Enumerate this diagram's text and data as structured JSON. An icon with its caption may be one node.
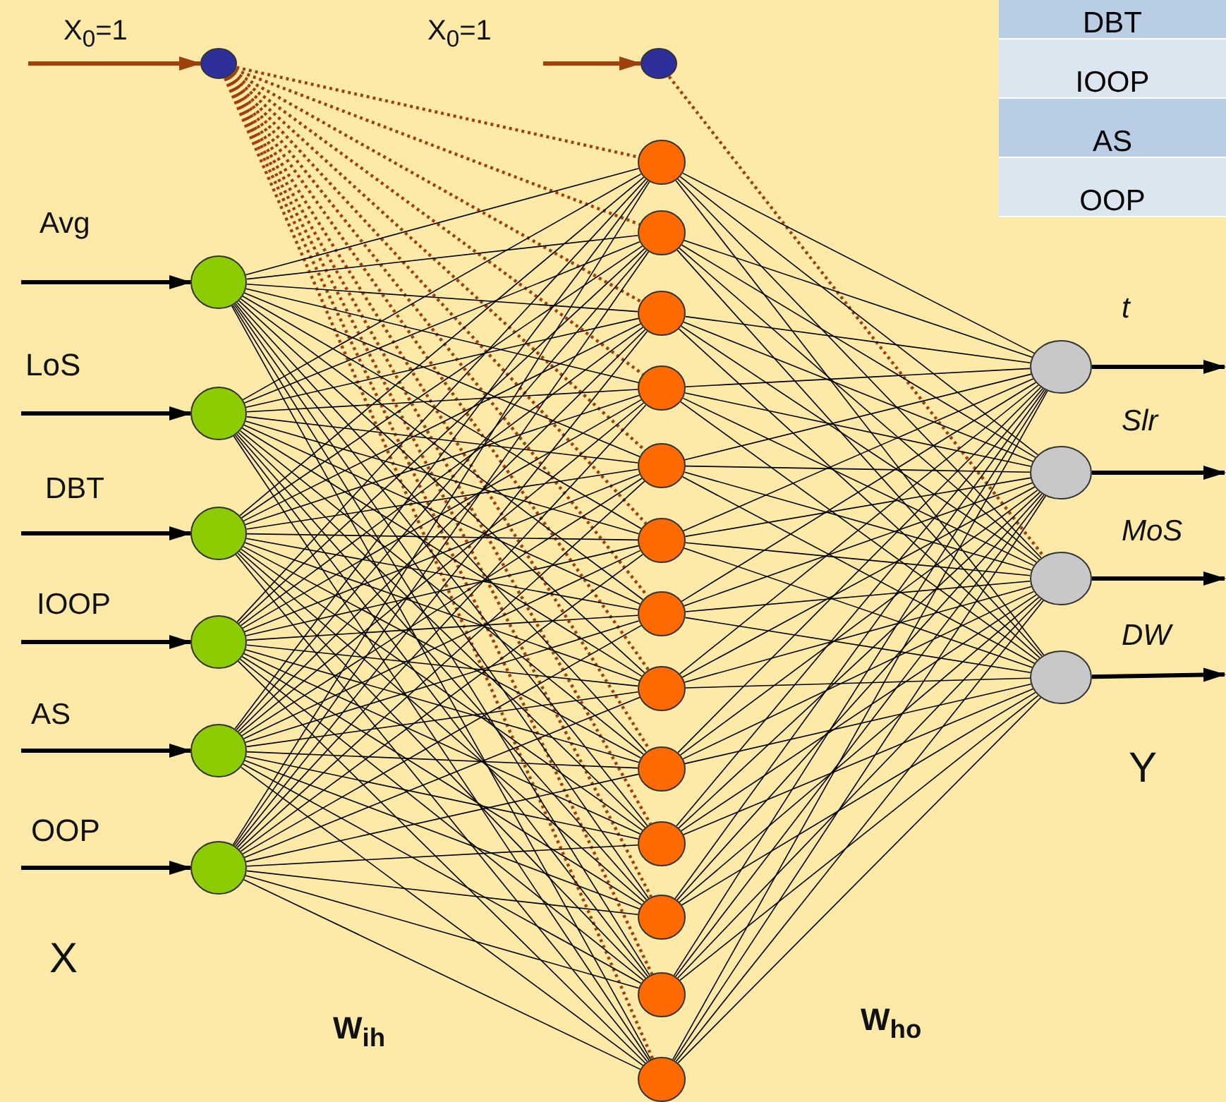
{
  "diagram": {
    "nodes": [
      {
        "text": [],
        "shape": "circle"
      },
      {
        "text": [],
        "shape": "circle",
        "beside": [
          "Avg"
        ]
      },
      {
        "text": [],
        "shape": "circle",
        "beside": [
          "LoS"
        ]
      },
      {
        "text": [],
        "shape": "circle",
        "beside": [
          "DBT"
        ]
      },
      {
        "text": [],
        "shape": "circle",
        "beside": [
          "IOOP"
        ]
      },
      {
        "text": [],
        "shape": "circle"
      },
      {
        "text": [],
        "shape": "circle",
        "beside": [
          "OOP"
        ]
      },
      {
        "text": [],
        "shape": "circle"
      },
      {
        "text": [],
        "shape": "circle"
      },
      {
        "text": [],
        "shape": "circle"
      },
      {
        "text": [],
        "shape": "circle"
      },
      {
        "text": [],
        "shape": "circle"
      },
      {
        "text": [],
        "shape": "circle"
      },
      {
        "text": [],
        "shape": "circle"
      },
      {
        "text": [],
        "shape": "circle"
      },
      {
        "text": [],
        "shape": "circle"
      },
      {
        "text": [],
        "shape": "circle"
      },
      {
        "text": [],
        "shape": "circle"
      },
      {
        "text": [],
        "shape": "circle"
      },
      {
        "text": [],
        "shape": "circle"
      },
      {
        "text": [],
        "shape": "circle"
      },
      {
        "text": [],
        "shape": "circle",
        "beside": [
          "t"
        ]
      },
      {
        "text": [],
        "shape": "circle",
        "beside": [
          "Slr"
        ]
      },
      {
        "text": [],
        "shape": "circle",
        "beside": [
          "MoS"
        ]
      },
      {
        "text": [],
        "shape": "circle",
        "beside": [
          "DW"
        ]
      }
    ],
    "edges": [
      {
        "from": null,
        "to": 0,
        "arrow": "to",
        "style": "thick",
        "color": "#a0400a"
      },
      {
        "from": null,
        "to": 7,
        "arrow": "to",
        "style": "thick",
        "color": "#a0400a"
      },
      {
        "from": null,
        "to": 1,
        "arrow": "to",
        "style": "thick"
      },
      {
        "from": null,
        "to": 2,
        "arrow": "to",
        "style": "thick"
      },
      {
        "from": null,
        "to": 3,
        "arrow": "to",
        "style": "thick"
      },
      {
        "from": null,
        "to": 4,
        "arrow": "to",
        "style": "thick"
      },
      {
        "from": null,
        "to": 5,
        "arrow": "to",
        "style": "thick"
      },
      {
        "from": null,
        "to": 6,
        "arrow": "to",
        "style": "thick"
      },
      {
        "from": 0,
        "to": 8,
        "arrow": "none",
        "style": "dashed",
        "color": "#a0400a"
      },
      {
        "from": 0,
        "to": 9,
        "arrow": "none",
        "style": "dashed",
        "color": "#a0400a"
      },
      {
        "from": 0,
        "to": 10,
        "arrow": "none",
        "style": "dashed",
        "color": "#a0400a"
      },
      {
        "from": 0,
        "to": 11,
        "arrow": "none",
        "style": "dashed",
        "color": "#a0400a"
      },
      {
        "from": 0,
        "to": 12,
        "arrow": "none",
        "style": "dashed",
        "color": "#a0400a"
      },
      {
        "from": 0,
        "to": 13,
        "arrow": "none",
        "style": "dashed",
        "color": "#a0400a"
      },
      {
        "from": 0,
        "to": 14,
        "arrow": "none",
        "style": "dashed",
        "color": "#a0400a"
      },
      {
        "from": 0,
        "to": 15,
        "arrow": "none",
        "style": "dashed",
        "color": "#a0400a"
      },
      {
        "from": 0,
        "to": 16,
        "arrow": "none",
        "style": "dashed",
        "color": "#a0400a"
      },
      {
        "from": 0,
        "to": 17,
        "arrow": "none",
        "style": "dashed",
        "color": "#a0400a"
      },
      {
        "from": 0,
        "to": 18,
        "arrow": "none",
        "style": "dashed",
        "color": "#a0400a"
      },
      {
        "from": 0,
        "to": 19,
        "arrow": "none",
        "style": "dashed",
        "color": "#a0400a"
      },
      {
        "from": 0,
        "to": 20,
        "arrow": "none",
        "style": "dashed",
        "color": "#a0400a"
      },
      {
        "from": 1,
        "to": 8,
        "arrow": "none"
      },
      {
        "from": 1,
        "to": 9,
        "arrow": "none"
      },
      {
        "from": 1,
        "to": 10,
        "arrow": "none"
      },
      {
        "from": 1,
        "to": 11,
        "arrow": "none"
      },
      {
        "from": 1,
        "to": 12,
        "arrow": "none"
      },
      {
        "from": 1,
        "to": 13,
        "arrow": "none"
      },
      {
        "from": 1,
        "to": 14,
        "arrow": "none"
      },
      {
        "from": 1,
        "to": 15,
        "arrow": "none"
      },
      {
        "from": 1,
        "to": 16,
        "arrow": "none"
      },
      {
        "from": 1,
        "to": 17,
        "arrow": "none"
      },
      {
        "from": 1,
        "to": 18,
        "arrow": "none"
      },
      {
        "from": 1,
        "to": 19,
        "arrow": "none"
      },
      {
        "from": 1,
        "to": 20,
        "arrow": "none"
      },
      {
        "from": 2,
        "to": 8,
        "arrow": "none"
      },
      {
        "from": 2,
        "to": 9,
        "arrow": "none"
      },
      {
        "from": 2,
        "to": 10,
        "arrow": "none"
      },
      {
        "from": 2,
        "to": 11,
        "arrow": "none"
      },
      {
        "from": 2,
        "to": 12,
        "arrow": "none"
      },
      {
        "from": 2,
        "to": 13,
        "arrow": "none"
      },
      {
        "from": 2,
        "to": 14,
        "arrow": "none"
      },
      {
        "from": 2,
        "to": 15,
        "arrow": "none"
      },
      {
        "from": 2,
        "to": 16,
        "arrow": "none"
      },
      {
        "from": 2,
        "to": 17,
        "arrow": "none"
      },
      {
        "from": 2,
        "to": 18,
        "arrow": "none"
      },
      {
        "from": 2,
        "to": 19,
        "arrow": "none"
      },
      {
        "from": 2,
        "to": 20,
        "arrow": "none"
      },
      {
        "from": 3,
        "to": 8,
        "arrow": "none"
      },
      {
        "from": 3,
        "to": 9,
        "arrow": "none"
      },
      {
        "from": 3,
        "to": 10,
        "arrow": "none"
      },
      {
        "from": 3,
        "to": 11,
        "arrow": "none"
      },
      {
        "from": 3,
        "to": 12,
        "arrow": "none"
      },
      {
        "from": 3,
        "to": 13,
        "arrow": "none"
      },
      {
        "from": 3,
        "to": 14,
        "arrow": "none"
      },
      {
        "from": 3,
        "to": 15,
        "arrow": "none"
      },
      {
        "from": 3,
        "to": 16,
        "arrow": "none"
      },
      {
        "from": 3,
        "to": 17,
        "arrow": "none"
      },
      {
        "from": 3,
        "to": 18,
        "arrow": "none"
      },
      {
        "from": 3,
        "to": 19,
        "arrow": "none"
      },
      {
        "from": 3,
        "to": 20,
        "arrow": "none"
      },
      {
        "from": 4,
        "to": 8,
        "arrow": "none"
      },
      {
        "from": 4,
        "to": 9,
        "arrow": "none"
      },
      {
        "from": 4,
        "to": 10,
        "arrow": "none"
      },
      {
        "from": 4,
        "to": 11,
        "arrow": "none"
      },
      {
        "from": 4,
        "to": 12,
        "arrow": "none"
      },
      {
        "from": 4,
        "to": 13,
        "arrow": "none"
      },
      {
        "from": 4,
        "to": 14,
        "arrow": "none"
      },
      {
        "from": 4,
        "to": 15,
        "arrow": "none"
      },
      {
        "from": 4,
        "to": 16,
        "arrow": "none"
      },
      {
        "from": 4,
        "to": 17,
        "arrow": "none"
      },
      {
        "from": 4,
        "to": 18,
        "arrow": "none"
      },
      {
        "from": 4,
        "to": 19,
        "arrow": "none"
      },
      {
        "from": 4,
        "to": 20,
        "arrow": "none"
      },
      {
        "from": 5,
        "to": 8,
        "arrow": "none"
      },
      {
        "from": 5,
        "to": 9,
        "arrow": "none"
      },
      {
        "from": 5,
        "to": 10,
        "arrow": "none"
      },
      {
        "from": 5,
        "to": 11,
        "arrow": "none"
      },
      {
        "from": 5,
        "to": 12,
        "arrow": "none"
      },
      {
        "from": 5,
        "to": 13,
        "arrow": "none"
      },
      {
        "from": 5,
        "to": 14,
        "arrow": "none"
      },
      {
        "from": 5,
        "to": 15,
        "arrow": "none"
      },
      {
        "from": 5,
        "to": 16,
        "arrow": "none"
      },
      {
        "from": 5,
        "to": 17,
        "arrow": "none"
      },
      {
        "from": 5,
        "to": 18,
        "arrow": "none"
      },
      {
        "from": 5,
        "to": 19,
        "arrow": "none"
      },
      {
        "from": 5,
        "to": 20,
        "arrow": "none"
      },
      {
        "from": 6,
        "to": 8,
        "arrow": "none"
      },
      {
        "from": 6,
        "to": 9,
        "arrow": "none"
      },
      {
        "from": 6,
        "to": 10,
        "arrow": "none"
      },
      {
        "from": 6,
        "to": 11,
        "arrow": "none"
      },
      {
        "from": 6,
        "to": 12,
        "arrow": "none"
      },
      {
        "from": 6,
        "to": 13,
        "arrow": "none"
      },
      {
        "from": 6,
        "to": 14,
        "arrow": "none"
      },
      {
        "from": 6,
        "to": 15,
        "arrow": "none"
      },
      {
        "from": 6,
        "to": 16,
        "arrow": "none"
      },
      {
        "from": 6,
        "to": 17,
        "arrow": "none"
      },
      {
        "from": 6,
        "to": 18,
        "arrow": "none"
      },
      {
        "from": 6,
        "to": 19,
        "arrow": "none"
      },
      {
        "from": 6,
        "to": 20,
        "arrow": "none"
      },
      {
        "from": 7,
        "to": 23,
        "arrow": "none",
        "style": "dashed",
        "color": "#a0400a"
      },
      {
        "from": 8,
        "to": 21,
        "arrow": "none"
      },
      {
        "from": 8,
        "to": 22,
        "arrow": "none"
      },
      {
        "from": 8,
        "to": 23,
        "arrow": "none"
      },
      {
        "from": 8,
        "to": 24,
        "arrow": "none"
      },
      {
        "from": 9,
        "to": 21,
        "arrow": "none"
      },
      {
        "from": 9,
        "to": 22,
        "arrow": "none"
      },
      {
        "from": 9,
        "to": 23,
        "arrow": "none"
      },
      {
        "from": 9,
        "to": 24,
        "arrow": "none"
      },
      {
        "from": 10,
        "to": 21,
        "arrow": "none"
      },
      {
        "from": 10,
        "to": 22,
        "arrow": "none"
      },
      {
        "from": 10,
        "to": 23,
        "arrow": "none"
      },
      {
        "from": 10,
        "to": 24,
        "arrow": "none"
      },
      {
        "from": 11,
        "to": 21,
        "arrow": "none"
      },
      {
        "from": 11,
        "to": 22,
        "arrow": "none"
      },
      {
        "from": 11,
        "to": 23,
        "arrow": "none"
      },
      {
        "from": 11,
        "to": 24,
        "arrow": "none"
      },
      {
        "from": 12,
        "to": 21,
        "arrow": "none"
      },
      {
        "from": 12,
        "to": 22,
        "arrow": "none"
      },
      {
        "from": 12,
        "to": 23,
        "arrow": "none"
      },
      {
        "from": 12,
        "to": 24,
        "arrow": "none"
      },
      {
        "from": 13,
        "to": 21,
        "arrow": "none"
      },
      {
        "from": 13,
        "to": 22,
        "arrow": "none"
      },
      {
        "from": 13,
        "to": 23,
        "arrow": "none"
      },
      {
        "from": 13,
        "to": 24,
        "arrow": "none"
      },
      {
        "from": 14,
        "to": 21,
        "arrow": "none"
      },
      {
        "from": 14,
        "to": 22,
        "arrow": "none"
      },
      {
        "from": 14,
        "to": 23,
        "arrow": "none"
      },
      {
        "from": 14,
        "to": 24,
        "arrow": "none"
      },
      {
        "from": 15,
        "to": 21,
        "arrow": "none"
      },
      {
        "from": 15,
        "to": 22,
        "arrow": "none"
      },
      {
        "from": 15,
        "to": 23,
        "arrow": "none"
      },
      {
        "from": 15,
        "to": 24,
        "arrow": "none"
      },
      {
        "from": 16,
        "to": 21,
        "arrow": "none"
      },
      {
        "from": 16,
        "to": 22,
        "arrow": "none"
      },
      {
        "from": 16,
        "to": 23,
        "arrow": "none"
      },
      {
        "from": 16,
        "to": 24,
        "arrow": "none"
      },
      {
        "from": 17,
        "to": 21,
        "arrow": "none"
      },
      {
        "from": 17,
        "to": 22,
        "arrow": "none"
      },
      {
        "from": 17,
        "to": 23,
        "arrow": "none"
      },
      {
        "from": 17,
        "to": 24,
        "arrow": "none"
      },
      {
        "from": 18,
        "to": 21,
        "arrow": "none"
      },
      {
        "from": 18,
        "to": 22,
        "arrow": "none"
      },
      {
        "from": 18,
        "to": 23,
        "arrow": "none"
      },
      {
        "from": 18,
        "to": 24,
        "arrow": "none"
      },
      {
        "from": 19,
        "to": 21,
        "arrow": "none"
      },
      {
        "from": 19,
        "to": 22,
        "arrow": "none"
      },
      {
        "from": 19,
        "to": 23,
        "arrow": "none"
      },
      {
        "from": 19,
        "to": 24,
        "arrow": "none"
      },
      {
        "from": 20,
        "to": 21,
        "arrow": "none"
      },
      {
        "from": 20,
        "to": 22,
        "arrow": "none"
      },
      {
        "from": 20,
        "to": 23,
        "arrow": "none"
      },
      {
        "from": 20,
        "to": 24,
        "arrow": "none"
      },
      {
        "from": 21,
        "to": null,
        "arrow": "to",
        "style": "thick"
      },
      {
        "from": 22,
        "to": null,
        "arrow": "to",
        "style": "thick"
      },
      {
        "from": 23,
        "to": null,
        "arrow": "to",
        "style": "thick"
      },
      {
        "from": 24,
        "to": null,
        "arrow": "to",
        "style": "thick"
      }
    ],
    "labels": [
      "X$_{0}$=1",
      "X$_{0}$=1",
      "DBT",
      "IOOP",
      "AS",
      "OOP",
      "AS",
      "X",
      "Y",
      "W$_{ih}$",
      "W$_{ho}$"
    ]
  }
}
